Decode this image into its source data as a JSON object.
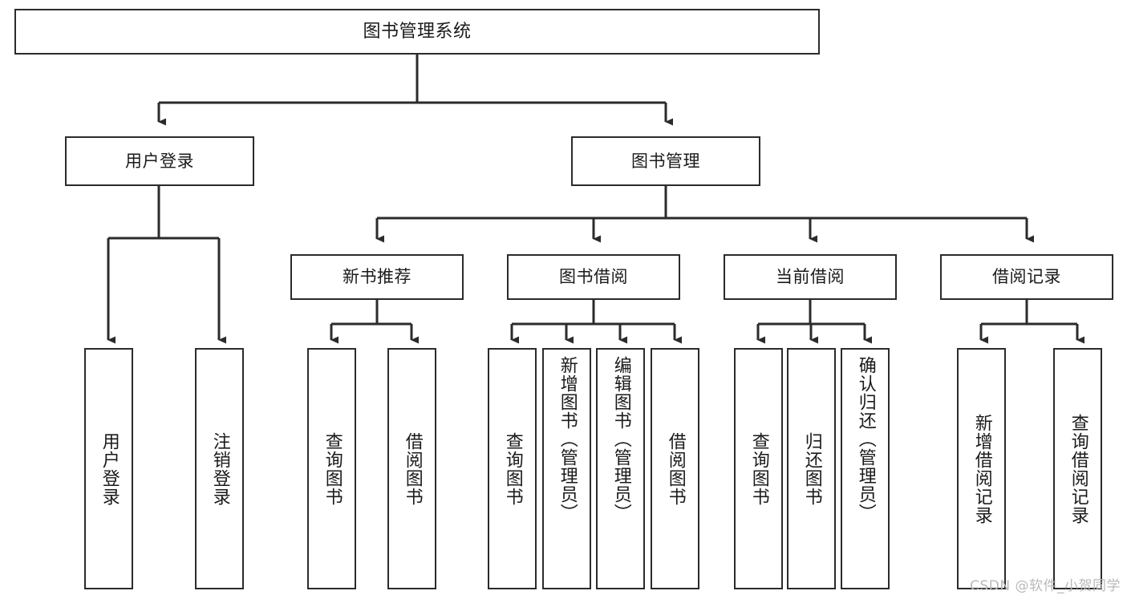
{
  "diagram": {
    "title": "图书管理系统",
    "type": "tree",
    "watermark": "CSDN @软件_小贺同学",
    "colors": {
      "background": "#ffffff",
      "node_border": "#2b2b2b",
      "node_fill": "#ffffff",
      "connector": "#2b2b2b",
      "text": "#1a1a1a",
      "watermark": "#b9b9b9"
    }
  },
  "nodes": {
    "root": {
      "label": "图书管理系统"
    },
    "level1": [
      {
        "id": "user-login",
        "label": "用户登录"
      },
      {
        "id": "book-manage",
        "label": "图书管理"
      }
    ],
    "level2": [
      {
        "id": "new-book-rec",
        "label": "新书推荐"
      },
      {
        "id": "book-borrow",
        "label": "图书借阅"
      },
      {
        "id": "current-borrow",
        "label": "当前借阅"
      },
      {
        "id": "borrow-record",
        "label": "借阅记录"
      }
    ],
    "leaves": {
      "user_login": [
        {
          "id": "leaf-user-login",
          "label": "用户登录"
        },
        {
          "id": "leaf-logout",
          "label": "注销登录"
        }
      ],
      "new_book_rec": [
        {
          "id": "leaf-query-book-1",
          "label": "查询图书"
        },
        {
          "id": "leaf-borrow-book-1",
          "label": "借阅图书"
        }
      ],
      "book_borrow": [
        {
          "id": "leaf-query-book-2",
          "label": "查询图书"
        },
        {
          "id": "leaf-add-book",
          "label": "新增图书（管理员）"
        },
        {
          "id": "leaf-edit-book",
          "label": "编辑图书（管理员）"
        },
        {
          "id": "leaf-borrow-book-2",
          "label": "借阅图书"
        }
      ],
      "current_borrow": [
        {
          "id": "leaf-query-book-3",
          "label": "查询图书"
        },
        {
          "id": "leaf-return-book",
          "label": "归还图书"
        },
        {
          "id": "leaf-confirm-return",
          "label": "确认归还（管理员）"
        }
      ],
      "borrow_record": [
        {
          "id": "leaf-add-record",
          "label": "新增借阅记录"
        },
        {
          "id": "leaf-query-record",
          "label": "查询借阅记录"
        }
      ]
    }
  }
}
